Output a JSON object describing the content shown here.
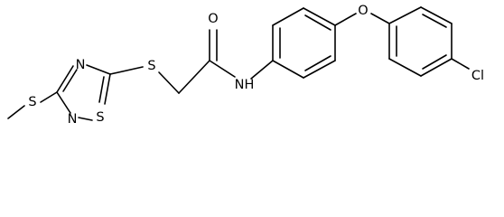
{
  "atoms": {
    "o_carbonyl": "O",
    "o_ether": "O",
    "nh": "N",
    "nh_h": "H",
    "s_chain": "S",
    "s_ring": "S",
    "s_methyl": "S",
    "n_ring_top": "N",
    "n_ring_bottom": "N",
    "cl": "Cl"
  }
}
